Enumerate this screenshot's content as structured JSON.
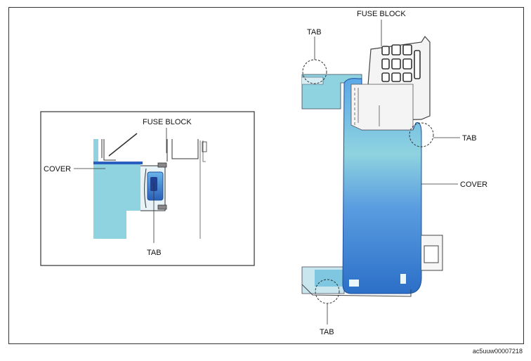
{
  "labels": {
    "fuse_block": "FUSE BLOCK",
    "cover": "COVER",
    "tab": "TAB"
  },
  "doc_id": "ac5uuw00007218",
  "colors": {
    "cover_light": "#8fd3e0",
    "cover_blue": "#3f8fd8",
    "cover_dark": "#1f5fb0",
    "line": "#333333"
  }
}
